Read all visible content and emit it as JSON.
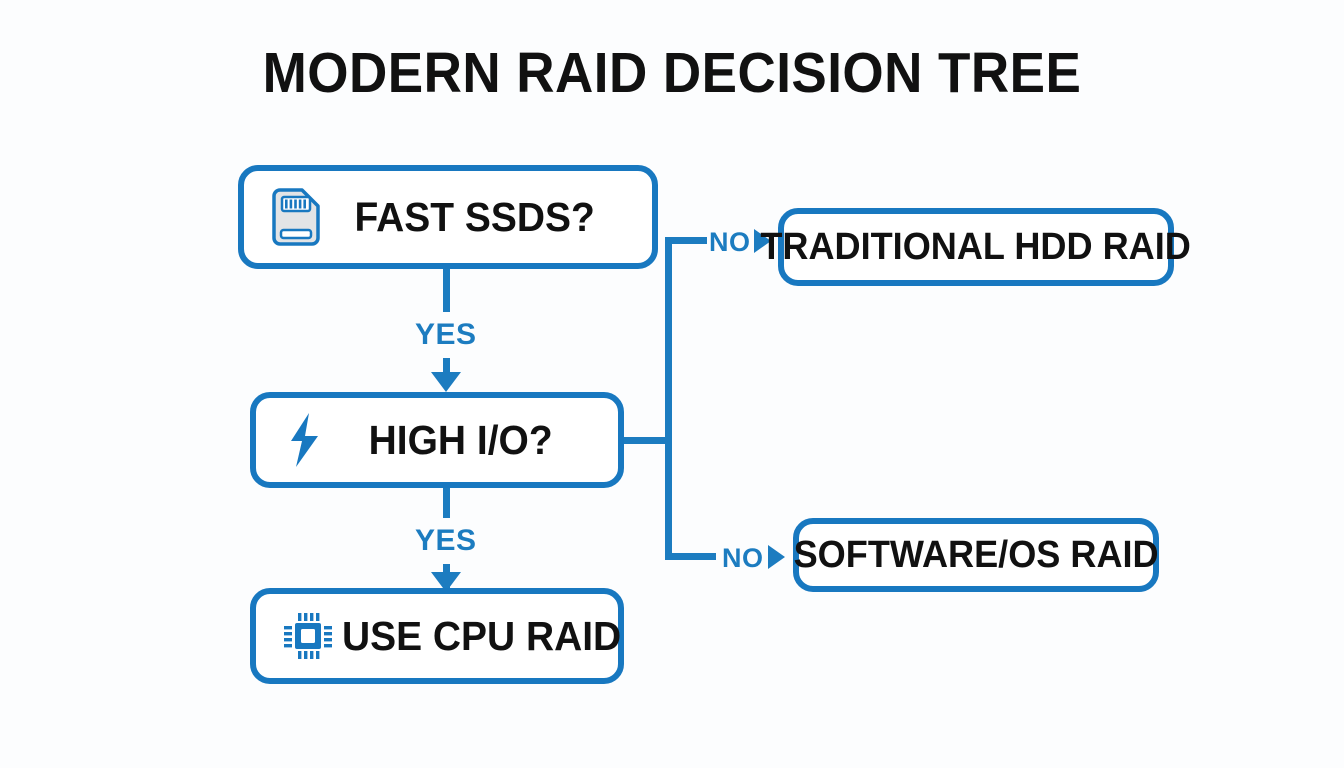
{
  "title": "MODERN RAID DECISION TREE",
  "colors": {
    "accent_blue": "#1878c0",
    "line_blue": "#1c7cc0",
    "text_black": "#111111",
    "background": "#fcfdfe",
    "node_fill": "#ffffff",
    "icon_gray": "#e2e4e6"
  },
  "nodes": {
    "fast_ssds": {
      "label": "FAST SSDS?",
      "icon": "sd-card-icon"
    },
    "high_io": {
      "label": "HIGH I/O?",
      "icon": "lightning-bolt-icon"
    },
    "cpu_raid": {
      "label": "USE CPU RAID",
      "icon": "cpu-chip-icon"
    },
    "hdd_raid": {
      "label": "TRADITIONAL HDD RAID",
      "icon": ""
    },
    "software_raid": {
      "label": "SOFTWARE/OS RAID",
      "icon": ""
    }
  },
  "edges": {
    "ssds_yes": {
      "label": "YES",
      "from": "fast_ssds",
      "to": "high_io"
    },
    "io_yes": {
      "label": "YES",
      "from": "high_io",
      "to": "cpu_raid"
    },
    "ssds_no": {
      "label": "NO",
      "from": "fast_ssds",
      "to": "hdd_raid"
    },
    "io_no": {
      "label": "NO",
      "from": "high_io",
      "to": "software_raid"
    }
  },
  "chart_data": {
    "type": "diagram",
    "title": "MODERN RAID DECISION TREE",
    "diagram_kind": "decision-tree-flowchart",
    "nodes": [
      {
        "id": "fast_ssds",
        "text": "FAST SSDS?",
        "kind": "decision",
        "icon": "sd-card-icon"
      },
      {
        "id": "high_io",
        "text": "HIGH I/O?",
        "kind": "decision",
        "icon": "lightning-bolt-icon"
      },
      {
        "id": "cpu_raid",
        "text": "USE CPU RAID",
        "kind": "outcome",
        "icon": "cpu-chip-icon"
      },
      {
        "id": "hdd_raid",
        "text": "TRADITIONAL HDD RAID",
        "kind": "outcome",
        "icon": ""
      },
      {
        "id": "software_raid",
        "text": "SOFTWARE/OS RAID",
        "kind": "outcome",
        "icon": ""
      }
    ],
    "edges": [
      {
        "from": "fast_ssds",
        "to": "high_io",
        "label": "YES"
      },
      {
        "from": "fast_ssds",
        "to": "hdd_raid",
        "label": "NO"
      },
      {
        "from": "high_io",
        "to": "cpu_raid",
        "label": "YES"
      },
      {
        "from": "high_io",
        "to": "software_raid",
        "label": "NO"
      }
    ]
  }
}
